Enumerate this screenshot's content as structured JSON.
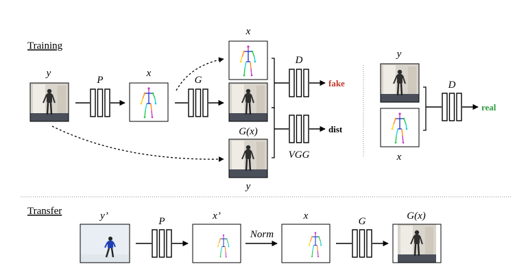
{
  "sections": {
    "training": "Training",
    "transfer": "Transfer"
  },
  "labels": {
    "y": "y",
    "x": "x",
    "P": "P",
    "G": "G",
    "D": "D",
    "Gx": "G(x)",
    "VGG": "VGG",
    "fake": "fake",
    "dist": "dist",
    "real": "real",
    "y_prime": "y’",
    "x_prime": "x’",
    "norm": "Norm"
  },
  "colors": {
    "fake": "#c0392b",
    "real": "#2e9a3e",
    "line": "#000000",
    "photo_wall": "#d9d4cc",
    "photo_door": "#e9e6e0",
    "photo_floor": "#4a4f5a",
    "photo_bg_light": "#e8eef3",
    "skeleton_blue": "#2a3ad0",
    "skeleton_cyan": "#1bd0d0",
    "skeleton_green": "#22c84a",
    "skeleton_orange": "#ff8a1a",
    "skeleton_magenta": "#c03cc0"
  }
}
